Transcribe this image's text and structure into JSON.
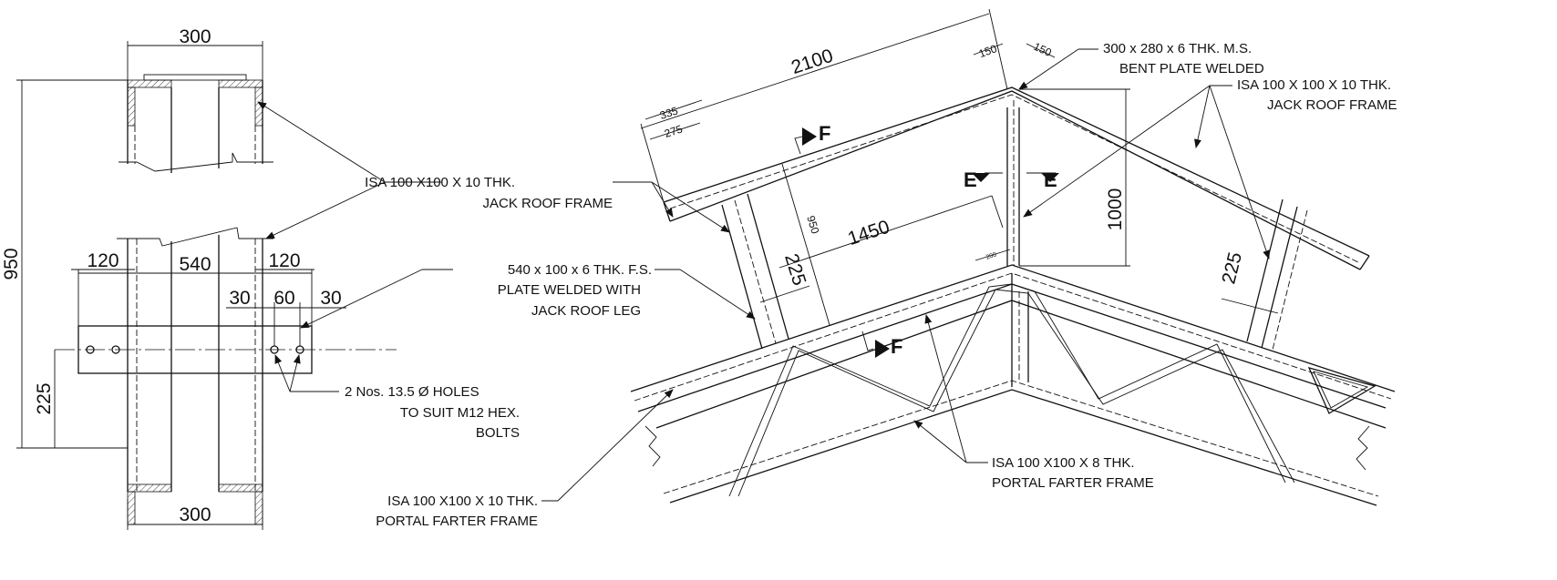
{
  "left_view": {
    "dim_top_width": "300",
    "dim_mid_width": "540",
    "dim_left_120": "120",
    "dim_right_120": "120",
    "dim_30_left": "30",
    "dim_60": "60",
    "dim_30_right": "30",
    "dim_height_950": "950",
    "dim_height_225": "225",
    "dim_bottom_width": "300"
  },
  "notes": {
    "jack_frame_line1": "ISA 100 X100 X 10 THK.",
    "jack_frame_line2": "JACK ROOF FRAME",
    "plate_line1": "540 x 100 x 6 THK. F.S.",
    "plate_line2": "PLATE WELDED WITH",
    "plate_line3": "JACK ROOF LEG",
    "holes_line1": "2 Nos. 13.5 Ø HOLES",
    "holes_line2": "TO SUIT M12 HEX.",
    "holes_line3": "BOLTS",
    "portal_10_line1": "ISA 100 X100 X 10 THK.",
    "portal_10_line2": "PORTAL FARTER FRAME",
    "portal_8_line1": "ISA 100 X100 X 8 THK.",
    "portal_8_line2": "PORTAL FARTER FRAME",
    "bent_plate_line1": "300 x 280 x 6 THK. M.S.",
    "bent_plate_line2": "BENT PLATE WELDED",
    "jack_right_line1": "ISA 100 X 100 X 10 THK.",
    "jack_right_line2": "JACK ROOF FRAME"
  },
  "right_view": {
    "dim_2100": "2100",
    "dim_150_a": "150",
    "dim_150_b": "150",
    "dim_335": "335",
    "dim_275": "275",
    "dim_950": "950",
    "dim_225_left": "225",
    "dim_1450": "1450",
    "dim_200": "200",
    "dim_1000": "1000",
    "dim_225_right": "225",
    "section_f_top": "F",
    "section_f_bottom": "F",
    "section_e_left": "E",
    "section_e_right": "E"
  }
}
